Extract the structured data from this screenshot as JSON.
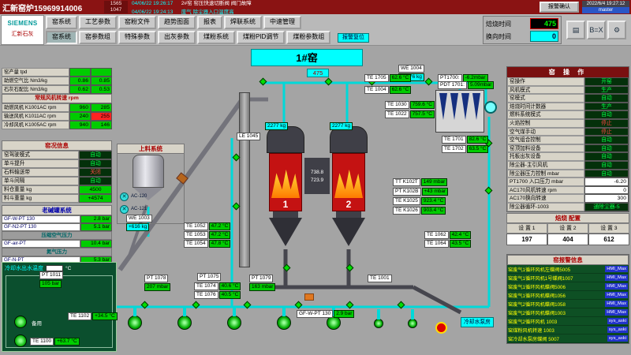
{
  "titlebar": {
    "title": "汇新窑炉15969914006",
    "alarm_counts": [
      "1565",
      "1047"
    ],
    "alarm_rows": [
      {
        "time": "04/06/22 19:26:17",
        "msg": "2#窑 窑压快速切断阀 阀门故障"
      },
      {
        "time": "04/06/22 19:24:13",
        "msg": "废气 除尘器入口温度高"
      }
    ],
    "ack_button": "报警确认",
    "clock": "2022/6/4 19:27:12",
    "user": "master"
  },
  "brand": {
    "logo": "SIEMENS",
    "sub": "汇新石灰"
  },
  "menu": {
    "row1": [
      "窑系统",
      "工艺参数",
      "窑粉文件",
      "趋势图面",
      "报表",
      "焊联系统",
      "中速管理"
    ],
    "row2": [
      "窑系统",
      "窑参数组",
      "特殊参数",
      "出灰参数",
      "煤粉系统",
      "煤粉PID调节",
      "煤粉参数组"
    ],
    "cyan_button": "报警复位"
  },
  "icons": {
    "printer": "▤",
    "logo": "B=X",
    "tools": "⚙"
  },
  "burn_timer": {
    "rows": [
      {
        "label": "焙烧时间",
        "value": "475"
      },
      {
        "label": "换向时间",
        "value": "0"
      }
    ]
  },
  "kiln_header": {
    "title": "1#窑",
    "counter": "475"
  },
  "production_table": {
    "rows": [
      {
        "label": "窑产量 tpd",
        "v1": "",
        "v2": ""
      },
      {
        "label": "助燃空气比 Nm3/kg",
        "v1": "0.86",
        "v2": "0.85"
      },
      {
        "label": "石灰石配比 Nm3/kg",
        "v1": "0.62",
        "v2": "0.53"
      }
    ],
    "subheader": "常规风机转速 rpm",
    "fan_rows": [
      {
        "label": "助燃风机 K1001AC rpm",
        "v1": "960",
        "v2": "285",
        "alarm": false
      },
      {
        "label": "输送风机 K1011AC rpm",
        "v1": "240",
        "v2": "255",
        "alarm": true
      },
      {
        "label": "冷却风机 K1005AC rpm",
        "v1": "940",
        "v2": "146",
        "alarm": false
      }
    ]
  },
  "kiln_info": {
    "title": "窑况信息",
    "rows": [
      {
        "label": "窑驾驶模式",
        "value": "自动",
        "kind": "auto"
      },
      {
        "label": "单斗提升",
        "value": "自动",
        "kind": "auto"
      },
      {
        "label": "石料输送带",
        "value": "关闭",
        "kind": "off"
      },
      {
        "label": "单斗间隔",
        "value": "自动",
        "kind": "auto"
      },
      {
        "label": "料仓重量 kg",
        "value": "4500",
        "kind": "num"
      },
      {
        "label": "料斗重量 kg",
        "value": "+4574",
        "kind": "num"
      }
    ]
  },
  "gas_panel": {
    "title": "老碱罐系统",
    "rows": [
      {
        "label": "GF-W-PT 130",
        "value": "2.8 bar"
      },
      {
        "label": "GF-N2-PT 130",
        "value": "5.1 bar"
      },
      {
        "header": "压缩空气压力"
      },
      {
        "label": "GF-air-PT",
        "value": "10.4 bar"
      },
      {
        "header": "氮气压力"
      },
      {
        "label": "GF-N-PT",
        "value": "5.3 bar"
      }
    ]
  },
  "feed_panel": {
    "title": "上料系统",
    "fan1": "AC-120",
    "fan2": "AC-121"
  },
  "kilns": {
    "k1_num": "1",
    "k2_num": "2",
    "k1_temp": "738.8",
    "k2_temp": "723.9"
  },
  "operation": {
    "title": "窑 操 作",
    "rows": [
      {
        "label": "窑操作",
        "value": "开窑",
        "kind": "state"
      },
      {
        "label": "风机模式",
        "value": "生产",
        "kind": "state"
      },
      {
        "label": "窑模式",
        "value": "自动",
        "kind": "state"
      },
      {
        "label": "焙烧时间计数器",
        "value": "生产",
        "kind": "state"
      },
      {
        "label": "燃料系统模式",
        "value": "自动",
        "kind": "state"
      },
      {
        "label": "火焰控制",
        "value": "停止",
        "kind": "stop"
      },
      {
        "label": "空气煤手动",
        "value": "停止",
        "kind": "stop"
      },
      {
        "label": "空气组合控制",
        "value": "自动",
        "kind": "state"
      },
      {
        "label": "窑顶加料设备",
        "value": "自动",
        "kind": "state"
      },
      {
        "label": "托板出灰设备",
        "value": "自动",
        "kind": "state"
      },
      {
        "label": "除尘器-主引风机",
        "value": "自动",
        "kind": "state"
      },
      {
        "label": "除尘器压力控制 mbar",
        "value": "自动",
        "kind": "state"
      },
      {
        "label": "PT1700 入口压力 mbar",
        "value": "-6.20",
        "kind": "num"
      },
      {
        "label": "AC170风机转速 rpm",
        "value": "0",
        "kind": "num"
      },
      {
        "label": "AC170换向转速",
        "value": "300",
        "kind": "num"
      },
      {
        "label": "除尘器循环-1003",
        "value": "通除尘器-5",
        "kind": "state"
      }
    ]
  },
  "settings": {
    "title": "焙烧 配置",
    "items": [
      {
        "label": "设 置 1",
        "value": "197"
      },
      {
        "label": "设 置 2",
        "value": "404"
      },
      {
        "label": "设 置 3",
        "value": "612"
      }
    ]
  },
  "alarm_panel": {
    "title": "窑报警信息",
    "rows": [
      {
        "text": "窑废气1循环风机左蝶阀5005",
        "badge": "HMI_Max"
      },
      {
        "text": "窑废气1循环风机1号蝶阀1007",
        "badge": "HMI_Max"
      },
      {
        "text": "窑废气1循环风机蝶阀5006",
        "badge": "HMI_Max"
      },
      {
        "text": "窑废气1循环风机蝶阀1056",
        "badge": "HMI_Max"
      },
      {
        "text": "窑废气2循环风机蝶阀1058",
        "badge": "HMI_Max"
      },
      {
        "text": "窑废气2循环风机蝶阀1003",
        "badge": "HMI_Max"
      },
      {
        "text": "窑废气2循环风机 1003",
        "badge": "sys_aski"
      },
      {
        "text": "窑煤粉风机转速 1003",
        "badge": "sys_aski"
      },
      {
        "text": "窑冷却水泵房蝶阀 5007",
        "badge": "sys_aski"
      }
    ]
  },
  "cooling": {
    "title": "冷却水出水温度",
    "unit": "°C",
    "standby1": "备用",
    "standby2": "备用",
    "pump_house": "冷却水泵房"
  },
  "sensors": [
    {
      "id": "we1004",
      "label": "WE 1004",
      "value": "+7676 kg"
    },
    {
      "id": "pt1700",
      "label": "PT1700:",
      "value": "-6.2mbar"
    },
    {
      "id": "pdt1701",
      "label": "PDT 1701:",
      "value": "5.09mbar"
    },
    {
      "id": "te1705",
      "label": "TE 1705",
      "value": "62.6 °C"
    },
    {
      "id": "te1004",
      "label": "TE 1004",
      "value": "62.6 °C"
    },
    {
      "id": "te1701",
      "label": "TE 1701",
      "value": "82.6 °C"
    },
    {
      "id": "te1702",
      "label": "TE 1702",
      "value": "63.5 °C"
    },
    {
      "id": "kg1",
      "label": "",
      "value": "2277 kg"
    },
    {
      "id": "kg2",
      "label": "",
      "value": "2277 kg"
    },
    {
      "id": "te1030",
      "label": "TE 1030",
      "value": "759.6 °C"
    },
    {
      "id": "te1022",
      "label": "TE 1022",
      "value": "757.5 °C"
    },
    {
      "id": "le1045",
      "label": "LE 1045",
      "value": ""
    },
    {
      "id": "tk102t",
      "label": "TT K102T",
      "value": "149 mbar"
    },
    {
      "id": "pk102b",
      "label": "PT K102B",
      "value": "+43 mbar"
    },
    {
      "id": "te1025",
      "label": "TE K1025",
      "value": "923.4 °C"
    },
    {
      "id": "te1026",
      "label": "TE K1026",
      "value": "903.4 °C"
    },
    {
      "id": "we1003",
      "label": "WE 1003",
      "value": "+616 kg"
    },
    {
      "id": "te1052",
      "label": "TE 1052",
      "value": "47.2 °C"
    },
    {
      "id": "te1053",
      "label": "TE 1053",
      "value": "47.2 °C"
    },
    {
      "id": "te1054",
      "label": "TE 1054",
      "value": "47.8 °C"
    },
    {
      "id": "te1062",
      "label": "TE 1062",
      "value": "42.4 °C"
    },
    {
      "id": "te1064",
      "label": "TE 1064",
      "value": "43.5 °C"
    },
    {
      "id": "pt1078",
      "label": "PT 1078",
      "value": "207 mbar"
    },
    {
      "id": "pt1075",
      "label": "PT 1075",
      "value": ""
    },
    {
      "id": "te1074",
      "label": "TE 1074",
      "value": "40.6 °C"
    },
    {
      "id": "te1076",
      "label": "TE 1076",
      "value": "40.5 °C"
    },
    {
      "id": "pt1079",
      "label": "PT 1079",
      "value": "163 mbar"
    },
    {
      "id": "te1001",
      "label": "TE 1001",
      "value": ""
    },
    {
      "id": "gfwpt130",
      "label": "GF-W-PT 130",
      "value": "2.9 bar"
    },
    {
      "id": "pt1011",
      "label": "PT 1011",
      "value": "105 bar"
    },
    {
      "id": "te1100",
      "label": "TE 1100",
      "value": "+63.7 °C"
    },
    {
      "id": "te1102",
      "label": "TE 1102",
      "value": "+34.5 °C"
    }
  ]
}
